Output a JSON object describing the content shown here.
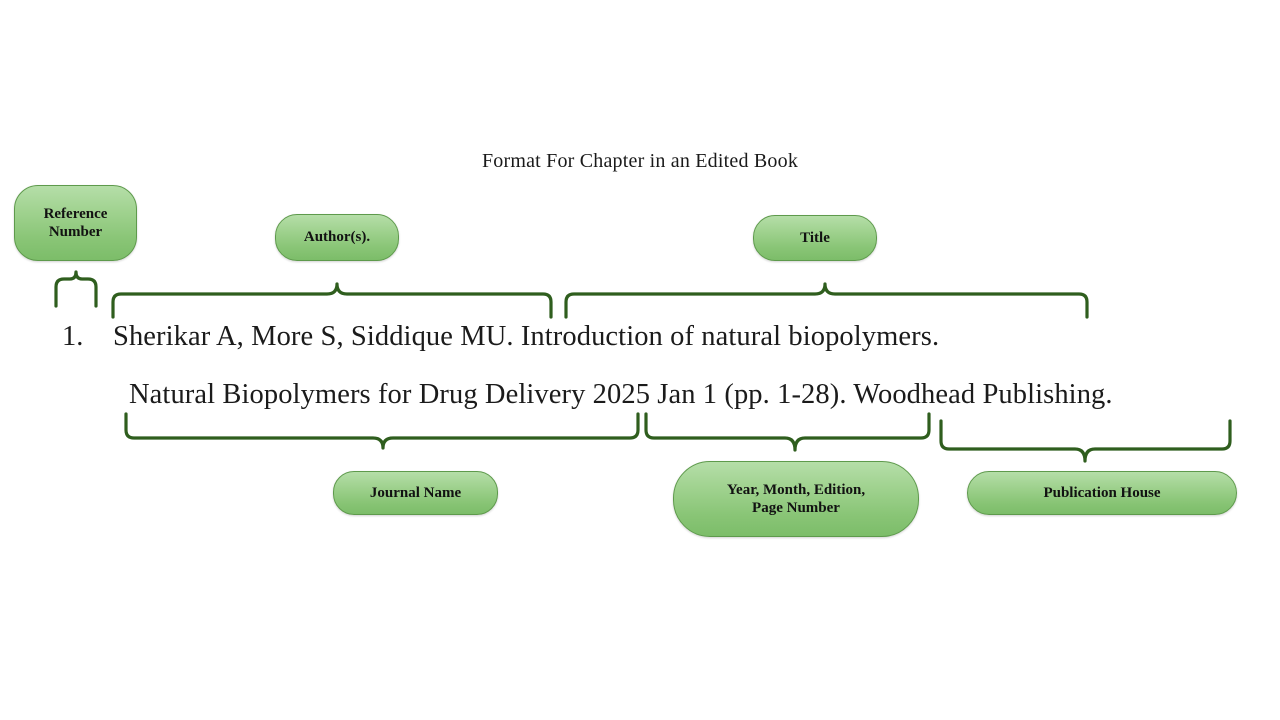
{
  "page": {
    "title": "Format For Chapter in an Edited Book",
    "background_color": "#ffffff"
  },
  "colors": {
    "box_fill_top": "#b5dea8",
    "box_fill_bottom": "#7cbd69",
    "box_border": "#5e9a4c",
    "brace_stroke": "#2f5e1e",
    "text_color": "#1b1b1b"
  },
  "reference": {
    "number": "1.",
    "line1": "Sherikar A, More S, Siddique MU. Introduction of natural biopolymers.",
    "line2": "Natural Biopolymers for Drug Delivery 2025 Jan 1 (pp. 1-28). Woodhead Publishing.",
    "segments": {
      "authors": "Sherikar A, More S, Siddique MU.",
      "chapter_title": "Introduction of natural biopolymers.",
      "book_title": "Natural Biopolymers for Drug Delivery",
      "year_month_pages": "2025 Jan 1 (pp. 1-28).",
      "publisher": "Woodhead Publishing."
    }
  },
  "labels": {
    "reference_number": {
      "line1": "Reference",
      "line2": "Number"
    },
    "authors": "Author(s).",
    "title": "Title",
    "journal_name": "Journal Name",
    "year_month_edition": {
      "line1": "Year, Month, Edition,",
      "line2": "Page Number"
    },
    "publication_house": "Publication House"
  },
  "braces": {
    "reference_number": "up",
    "authors": "up",
    "title": "up",
    "journal_name": "down",
    "year_month_edition": "down",
    "publication_house": "down"
  }
}
